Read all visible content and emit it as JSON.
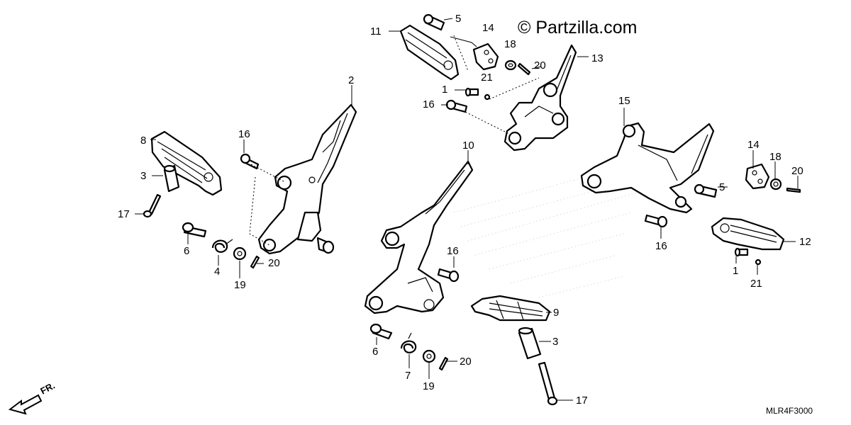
{
  "watermark": "© Partzilla.com",
  "diagram_code": "MLR4F3000",
  "direction_label": "FR.",
  "callouts": {
    "c5_top": "5",
    "c11": "11",
    "c14_top": "14",
    "c18_top": "18",
    "c20_top": "20",
    "c13": "13",
    "c21_top": "21",
    "c1_top": "1",
    "c16_top": "16",
    "c2": "2",
    "c16_left": "16",
    "c8": "8",
    "c3_left": "3",
    "c17_left": "17",
    "c6_left": "6",
    "c4": "4",
    "c19_left": "19",
    "c20_left": "20",
    "c10": "10",
    "c16_mid": "16",
    "c9": "9",
    "c3_mid": "3",
    "c6_mid": "6",
    "c7": "7",
    "c19_mid": "19",
    "c20_mid": "20",
    "c17_mid": "17",
    "c15": "15",
    "c14_right": "14",
    "c18_right": "18",
    "c20_right": "20",
    "c5_right": "5",
    "c16_right": "16",
    "c12": "12",
    "c1_right": "1",
    "c21_right": "21"
  }
}
